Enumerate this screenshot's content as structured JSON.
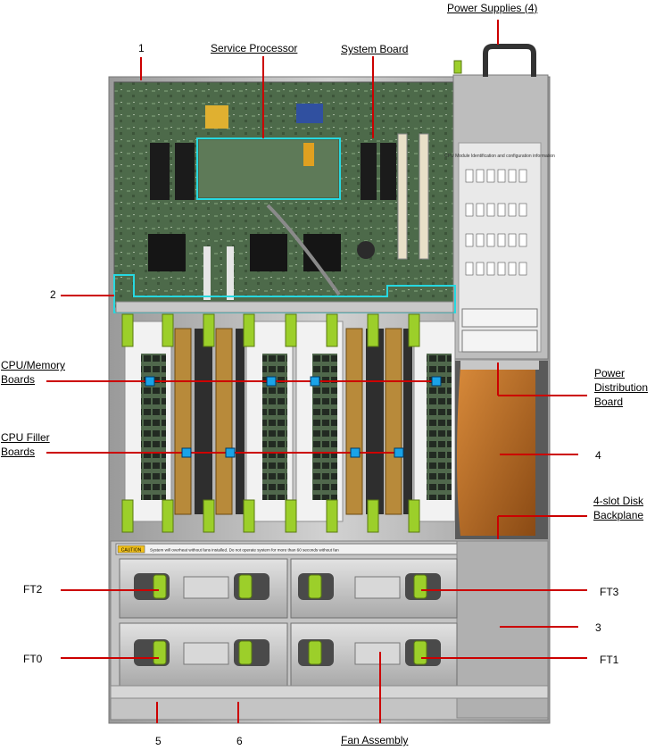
{
  "callouts": {
    "power_supplies": "Power Supplies (4)",
    "service_processor": "Service Processor",
    "system_board": "System Board",
    "num_1": "1",
    "num_2": "2",
    "cpu_memory_line1": "CPU/Memory",
    "cpu_memory_line2": "Boards",
    "power_dist_line1": "Power",
    "power_dist_line2": "Distribution",
    "power_dist_line3": "Board",
    "cpu_filler_line1": "CPU Filler",
    "cpu_filler_line2": "Boards",
    "num_4": "4",
    "disk_backplane_line1": "4-slot Disk",
    "disk_backplane_line2": "Backplane",
    "ft2": "FT2",
    "ft3": "FT3",
    "num_3": "3",
    "ft0": "FT0",
    "ft1": "FT1",
    "num_5": "5",
    "num_6": "6",
    "fan_assembly": "Fan Assembly"
  },
  "chassis_text": {
    "caution_badge": "CAUTION",
    "caution_message": "System will overheat without fans installed. Do not operate system for more than 60 seconds without fan",
    "psu_label_title": "CPU Module Identification and configuration information"
  },
  "colors": {
    "callout_line": "#cc0000",
    "highlight_box": "#27d8e0",
    "marker": "#1aa3e8",
    "latch_green": "#9ccf2a",
    "chassis_gray": "#b8b8b8",
    "board_green": "#4f6b4c",
    "flex_orange": "#c07028"
  }
}
